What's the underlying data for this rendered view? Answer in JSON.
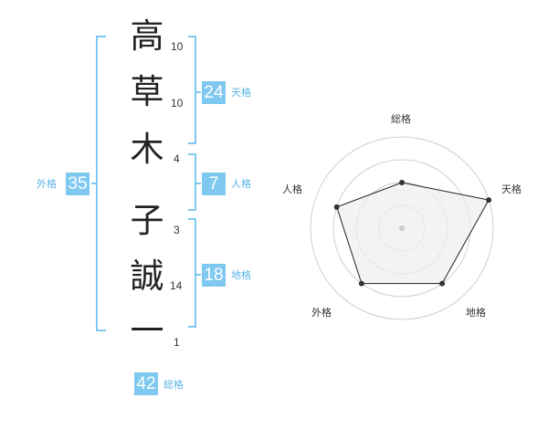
{
  "name": {
    "characters": [
      {
        "char": "高",
        "strokes": "10"
      },
      {
        "char": "草",
        "strokes": "10"
      },
      {
        "char": "木",
        "strokes": "4"
      },
      {
        "char": "子",
        "strokes": "3"
      },
      {
        "char": "誠",
        "strokes": "14"
      },
      {
        "char": "一",
        "strokes": "1"
      }
    ]
  },
  "fortune": {
    "tenkaku": {
      "value": "24",
      "label": "天格"
    },
    "jinkaku": {
      "value": "7",
      "label": "人格"
    },
    "chikaku": {
      "value": "18",
      "label": "地格"
    },
    "gaikaku": {
      "value": "35",
      "label": "外格"
    },
    "soukaku": {
      "value": "42",
      "label": "総格"
    }
  },
  "radar": {
    "labels": {
      "top": "総格",
      "right": "天格",
      "bottom_right": "地格",
      "bottom_left": "外格",
      "left": "人格"
    },
    "rings": 4,
    "scores": {
      "soukaku": 2,
      "tenkaku": 4,
      "chikaku": 3,
      "gaikaku": 3,
      "jinkaku": 3
    },
    "max_score": 4
  },
  "colors": {
    "accent": "#7fc8f0",
    "accent_text": "#5ab4e6",
    "ring": "#cfcfcf",
    "fill": "#eeeeee",
    "line": "#222222"
  }
}
